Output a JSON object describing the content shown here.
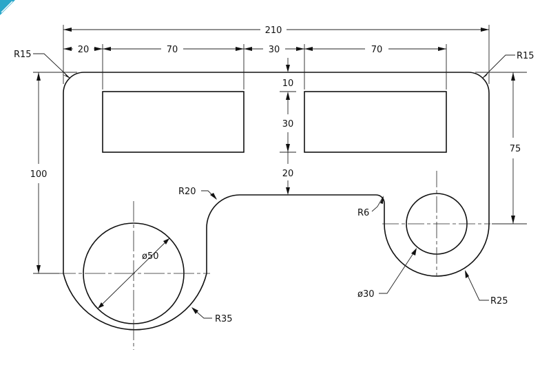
{
  "dimensions": {
    "overall_width": "210",
    "left_margin": "20",
    "slot_left_width": "70",
    "slot_gap": "30",
    "slot_right_width": "70",
    "top_gap": "10",
    "slot_height": "30",
    "below_slot": "20",
    "overall_height": "100",
    "right_height": "75",
    "radius_top_left": "R15",
    "radius_top_right": "R15",
    "radius_inner_fillet": "R20",
    "radius_small_fillet": "R6",
    "radius_large_arc": "R35",
    "radius_small_arc": "R25",
    "diameter_large": "ø50",
    "diameter_small": "ø30"
  },
  "colors": {
    "line": "#111111",
    "background": "#ffffff",
    "corner_badge": "#2aa7c9"
  }
}
